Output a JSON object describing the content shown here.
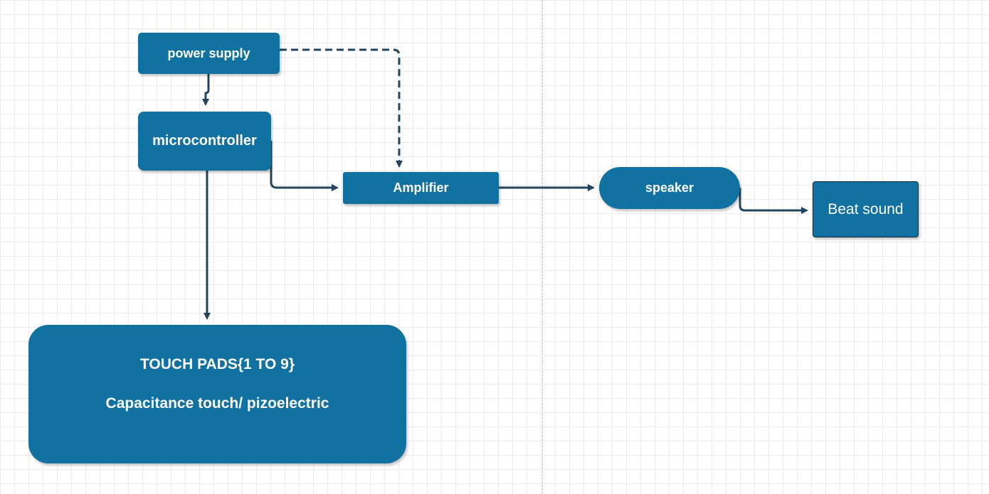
{
  "colors": {
    "node_fill": "#1171a0",
    "node_text": "#ffffff",
    "edge_stroke": "#23445d",
    "grid_line": "#ebebeb",
    "beat_border": "#0c2c3d"
  },
  "nodes": {
    "power_supply": {
      "label": "power supply"
    },
    "microcontroller": {
      "label": "microcontroller"
    },
    "amplifier": {
      "label": "Amplifier"
    },
    "speaker": {
      "label": "speaker"
    },
    "beat_sound": {
      "label": "Beat sound"
    },
    "touch_pads": {
      "title": "TOUCH PADS{1 TO 9}",
      "subtitle": "Capacitance touch/ pizoelectric"
    }
  },
  "edges": [
    {
      "from": "power_supply",
      "to": "microcontroller",
      "style": "solid"
    },
    {
      "from": "power_supply",
      "to": "amplifier",
      "style": "dashed"
    },
    {
      "from": "microcontroller",
      "to": "amplifier",
      "style": "solid"
    },
    {
      "from": "microcontroller",
      "to": "touch_pads",
      "style": "solid"
    },
    {
      "from": "amplifier",
      "to": "speaker",
      "style": "solid"
    },
    {
      "from": "speaker",
      "to": "beat_sound",
      "style": "solid"
    }
  ]
}
